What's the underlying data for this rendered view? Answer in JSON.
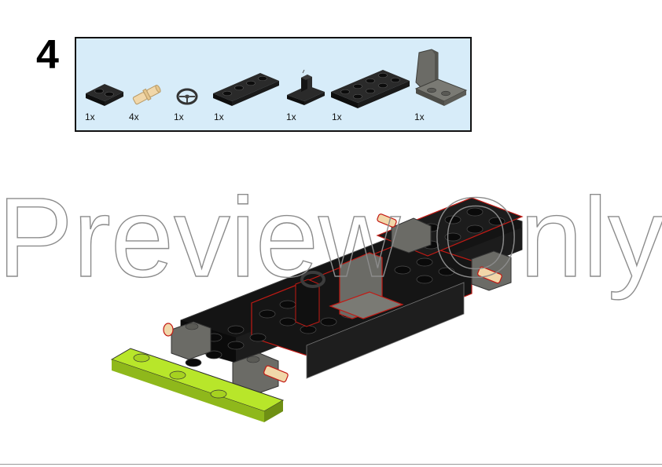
{
  "step": {
    "number": "4"
  },
  "parts": [
    {
      "name": "black-plate-1x2",
      "qty": "1x"
    },
    {
      "name": "tan-axle-pin",
      "qty": "4x"
    },
    {
      "name": "steering-wheel",
      "qty": "1x"
    },
    {
      "name": "black-plate-1x4",
      "qty": "1x"
    },
    {
      "name": "black-plate-with-handle",
      "qty": "1x"
    },
    {
      "name": "black-plate-2x4",
      "qty": "1x"
    },
    {
      "name": "gray-seat",
      "qty": "1x"
    }
  ],
  "watermark": {
    "text": "Preview Only"
  },
  "colors": {
    "parts_box_bg": "#d7ecf9",
    "black_brick": "#121212",
    "gray_brick": "#6b6b66",
    "lime_brick": "#b8e62a",
    "tan_pin": "#f1d7a9",
    "highlight_outline": "#e0241b"
  }
}
